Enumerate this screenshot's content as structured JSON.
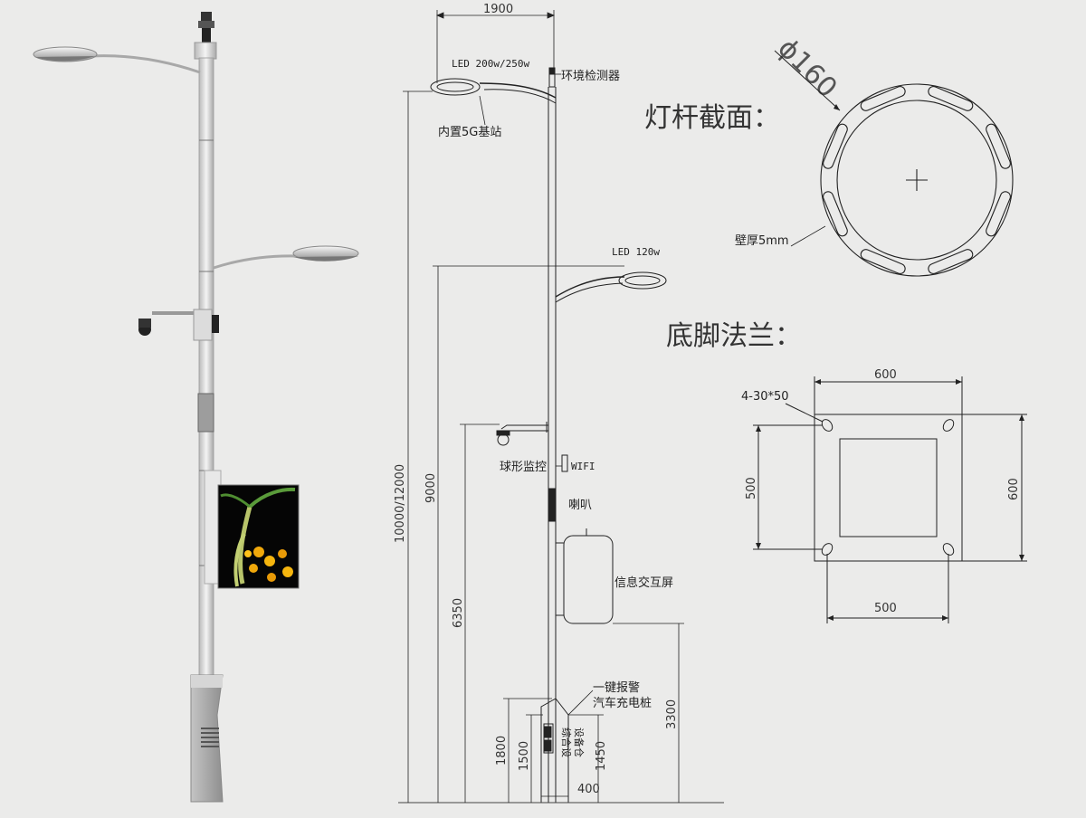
{
  "render": {
    "labels": {
      "led_top": "LED 200w/250w",
      "env_detector": "环境检测器",
      "base_station": "内置5G基站",
      "led_mid": "LED 120w",
      "dome_camera": "球形监控",
      "wifi": "WIFI",
      "speaker": "喇叭",
      "info_screen": "信息交互屏",
      "alarm": "一键报警",
      "charging": "汽车充电桩",
      "cabinet_col1": "设备仓",
      "cabinet_col2": "综合设"
    },
    "dimensions": {
      "arm_width": "1900",
      "total_height": "10000/12000",
      "mid_light_height": "9000",
      "camera_height": "6350",
      "screen_height": "3300",
      "cabinet_1800": "1800",
      "cabinet_1500": "1500",
      "cabinet_1450": "1450",
      "cabinet_base": "400"
    },
    "section": {
      "title": "灯杆截面：",
      "diameter": "ϕ160",
      "wall": "壁厚5mm"
    },
    "flange": {
      "title": "底脚法兰：",
      "holes": "4-30*50",
      "top_width": "600",
      "right_height": "600",
      "left_height": "500",
      "bottom_width": "500"
    }
  }
}
